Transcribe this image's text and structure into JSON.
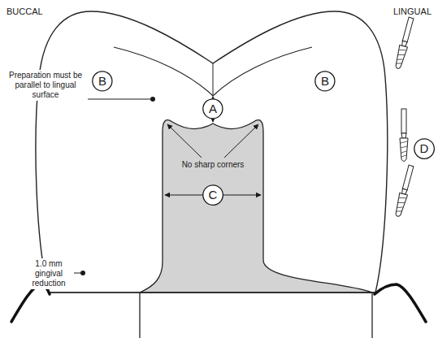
{
  "diagram": {
    "nodes": [
      {
        "text": [
          "B"
        ]
      },
      {
        "text": [
          "B"
        ]
      },
      {
        "text": [
          "A"
        ]
      },
      {
        "text": [
          "D"
        ]
      },
      {
        "text": [
          "C"
        ]
      }
    ],
    "labels": [
      "BUCCAL",
      "LINGUAL",
      "Preparation must be parallel to lingual surface",
      "No sharp corners",
      "1.0 mm gingival reduction"
    ]
  }
}
